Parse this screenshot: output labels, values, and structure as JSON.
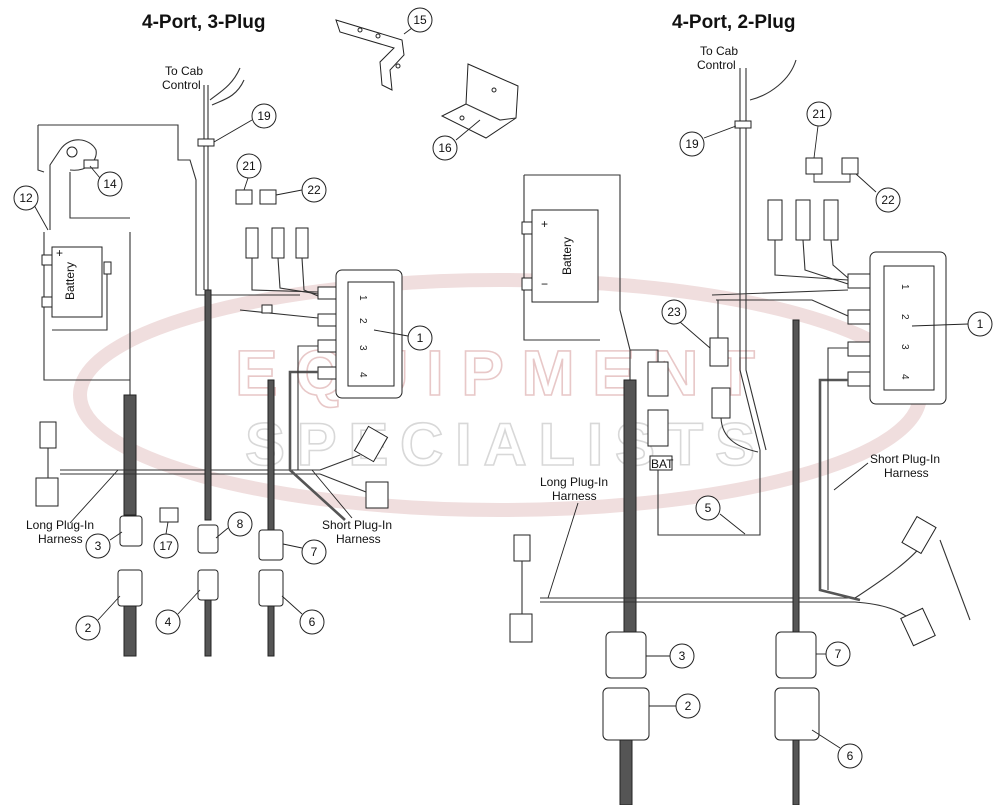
{
  "titles": {
    "left": "4-Port, 3-Plug",
    "right": "4-Port, 2-Plug"
  },
  "labels": {
    "to_cab_left_1": "To Cab",
    "to_cab_left_2": "Control",
    "to_cab_right_1": "To Cab",
    "to_cab_right_2": "Control",
    "battery_left": "Battery",
    "battery_right": "Battery",
    "plus": "+",
    "minus": "−",
    "long_left_1": "Long Plug-In",
    "long_left_2": "Harness",
    "short_left_1": "Short Plug-In",
    "short_left_2": "Harness",
    "long_right_1": "Long Plug-In",
    "long_right_2": "Harness",
    "short_right_1": "Short Plug-In",
    "short_right_2": "Harness",
    "bat_tag": "BAT",
    "port_1": "1",
    "port_2": "2",
    "port_3": "3",
    "port_4": "4"
  },
  "watermark": {
    "line1": "EQUIPMENT",
    "line2": "SPECIALISTS",
    "accent_color": "#e8c8c8",
    "gray_color": "#d8d8d8"
  },
  "callouts_left": [
    "15",
    "16",
    "19",
    "12",
    "14",
    "21",
    "22",
    "1",
    "3",
    "17",
    "8",
    "7",
    "2",
    "4",
    "6"
  ],
  "callouts_right": [
    "21",
    "19",
    "22",
    "1",
    "23",
    "5",
    "3",
    "7",
    "2",
    "6"
  ]
}
